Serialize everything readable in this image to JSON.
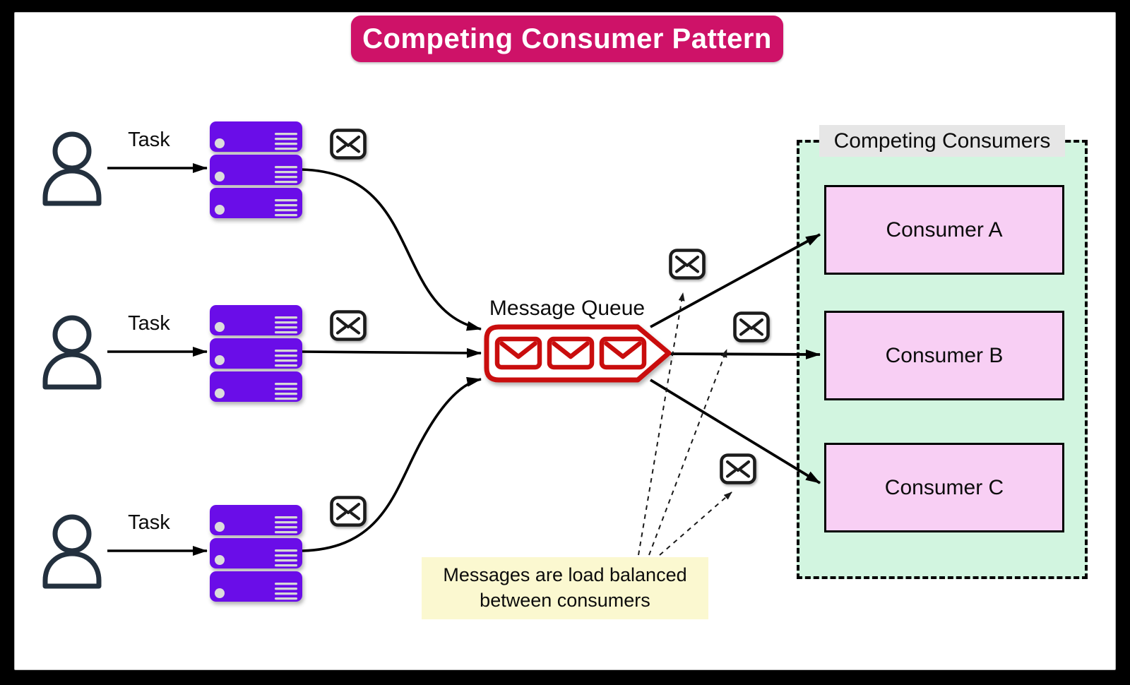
{
  "diagram": {
    "title": "Competing Consumer Pattern",
    "type_label": "messaging-pattern-diagram"
  },
  "producers": [
    {
      "task_label": "Task",
      "icon": "person-icon",
      "app_icon": "server-stack-icon",
      "message_icon": "envelope-icon"
    },
    {
      "task_label": "Task",
      "icon": "person-icon",
      "app_icon": "server-stack-icon",
      "message_icon": "envelope-icon"
    },
    {
      "task_label": "Task",
      "icon": "person-icon",
      "app_icon": "server-stack-icon",
      "message_icon": "envelope-icon"
    }
  ],
  "queue": {
    "label": "Message Queue",
    "messages_in_queue": 3,
    "message_icon": "envelope-icon"
  },
  "consumer_group": {
    "label": "Competing Consumers",
    "consumers": [
      {
        "label": "Consumer A"
      },
      {
        "label": "Consumer B"
      },
      {
        "label": "Consumer C"
      }
    ]
  },
  "note": {
    "text": "Messages are load balanced between consumers"
  },
  "colors": {
    "title_bg": "#CE1268",
    "title_fg": "#FFFFFF",
    "server_purple": "#6B10E8",
    "queue_red": "#C90A0A",
    "consumer_box_bg": "#F8CFF4",
    "consumer_group_bg": "#D2F5E0",
    "group_label_bg": "#E6E6E6",
    "note_bg": "#FBF8D0",
    "person_stroke": "#23303E",
    "line_black": "#000000"
  }
}
